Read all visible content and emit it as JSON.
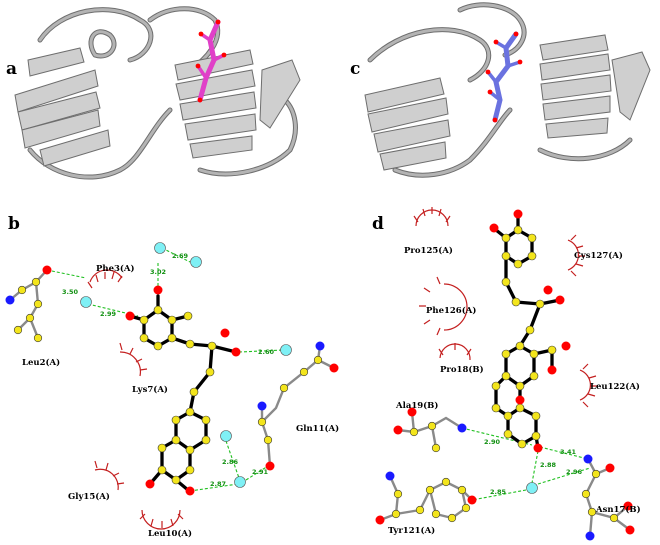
{
  "panels": {
    "a": {
      "letter": "a"
    },
    "b": {
      "letter": "b"
    },
    "c": {
      "letter": "c"
    },
    "d": {
      "letter": "d"
    }
  },
  "panel_b": {
    "residues": [
      "Phe3(A)",
      "Leu2(A)",
      "Lys7(A)",
      "Gln11(A)",
      "Gly15(A)",
      "Leu10(A)"
    ],
    "hbonds": [
      "3.02",
      "2.69",
      "3.50",
      "2.99",
      "2.60",
      "2.86",
      "2.91",
      "2.87"
    ]
  },
  "panel_d": {
    "residues": [
      "Pro125(A)",
      "Cys127(A)",
      "Phe126(A)",
      "Pro18(B)",
      "Leu122(A)",
      "Ala19(B)",
      "Asn17(B)",
      "Tyr121(A)"
    ],
    "hbonds": [
      "2.90",
      "3.41",
      "2.88",
      "2.96",
      "2.85"
    ]
  },
  "colors": {
    "ligand_a": "#e040c8",
    "ligand_c": "#6a72e0",
    "oxygen": "#ff0000",
    "nitrogen": "#1a1aff",
    "carbon": "#f3e51c",
    "water": "#7ff0f5",
    "hbond": "#20c020",
    "hydrophobic": "#c42020"
  }
}
